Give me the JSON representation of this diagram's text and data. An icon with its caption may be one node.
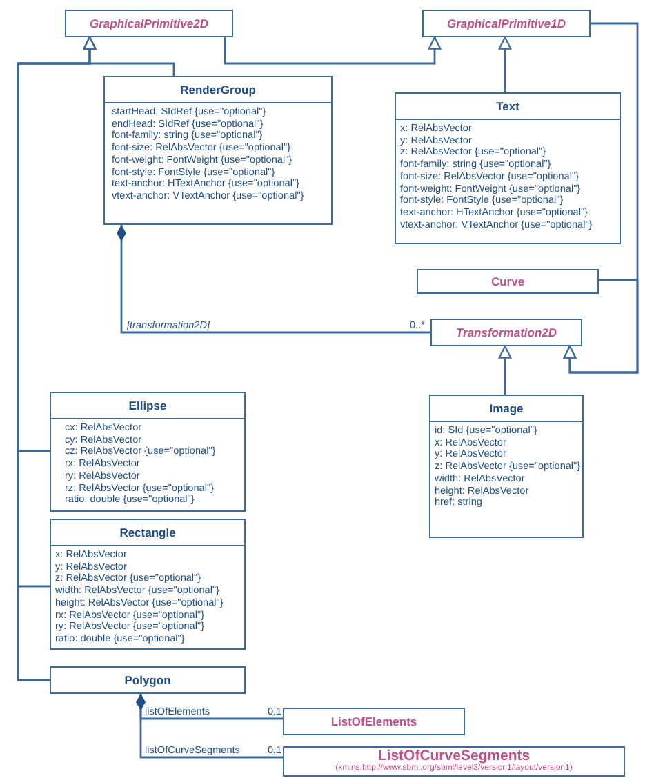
{
  "diagram": {
    "nodes": [
      {
        "text": [
          "GraphicalPrimitive2D"
        ]
      },
      {
        "text": [
          "GraphicalPrimitive1D"
        ]
      },
      {
        "text": [
          "RenderGroup",
          "startHead: SIdRef {use=\"optional\"}",
          "endHead: SIdRef {use=\"optional\"}",
          "font-family: string {use=\"optional\"}",
          "font-size: RelAbsVector {use=\"optional\"}",
          "font-weight: FontWeight {use=\"optional\"}",
          "font-style: FontStyle {use=\"optional\"}",
          "text-anchor: HTextAnchor {use=\"optional\"}",
          "vtext-anchor: VTextAnchor {use=\"optional\"}"
        ]
      },
      {
        "text": [
          "Text",
          "x: RelAbsVector",
          "y: RelAbsVector",
          "z: RelAbsVector {use=\"optional\"}",
          "font-family: string {use=\"optional\"}",
          "font-size: RelAbsVector {use=\"optional\"}",
          "font-weight: FontWeight {use=\"optional\"}",
          "font-style: FontStyle {use=\"optional\"}",
          "text-anchor: HTextAnchor {use=\"optional\"}",
          "vtext-anchor: VTextAnchor {use=\"optional\"}"
        ]
      },
      {
        "text": [
          "Curve"
        ]
      },
      {
        "text": [
          "Transformation2D"
        ]
      },
      {
        "text": [
          "Ellipse",
          "cx: RelAbsVector",
          "cy: RelAbsVector",
          "cz: RelAbsVector {use=\"optional\"}",
          "rx: RelAbsVector",
          "ry: RelAbsVector",
          "rz: RelAbsVector {use=\"optional\"}",
          "ratio: double {use=\"optional\"}"
        ]
      },
      {
        "text": [
          "Rectangle",
          "x: RelAbsVector",
          "y: RelAbsVector",
          "z: RelAbsVector {use=\"optional\"}",
          "width: RelAbsVector {use=\"optional\"}",
          "height: RelAbsVector {use=\"optional\"}",
          "rx: RelAbsVector {use=\"optional\"}",
          "ry: RelAbsVector {use=\"optional\"}",
          "ratio: double {use=\"optional\"}"
        ]
      },
      {
        "text": [
          "Image",
          "id: SId {use=\"optional\"}",
          "x: RelAbsVector",
          "y: RelAbsVector",
          "z: RelAbsVector {use=\"optional\"}",
          "width: RelAbsVector",
          "height: RelAbsVector",
          "href: string"
        ]
      },
      {
        "text": [
          "Polygon"
        ]
      },
      {
        "text": [
          "ListOfElements"
        ]
      },
      {
        "text": [
          "ListOfCurveSegments",
          "(xmlns:http://www.sbml.org/sbml/level3/version1/layout/version1)"
        ]
      }
    ],
    "edges": [
      {
        "from": 2,
        "to": 0,
        "arrow": "to"
      },
      {
        "from": 6,
        "to": 0,
        "arrow": "to"
      },
      {
        "from": 7,
        "to": 0,
        "arrow": "to"
      },
      {
        "from": 9,
        "to": 0,
        "arrow": "to"
      },
      {
        "from": 0,
        "to": 1,
        "arrow": "to"
      },
      {
        "from": 3,
        "to": 1,
        "arrow": "to"
      },
      {
        "from": 1,
        "to": 5,
        "arrow": "to"
      },
      {
        "from": 4,
        "to": 5,
        "arrow": "to"
      },
      {
        "from": 8,
        "to": 5,
        "arrow": "to"
      },
      {
        "from": 2,
        "to": 5,
        "arrow": "other",
        "label": "[transformation2D]"
      },
      {
        "from": 9,
        "to": 10,
        "arrow": "other",
        "label": "listOfElements"
      },
      {
        "from": 9,
        "to": 11,
        "arrow": "other",
        "label": "listOfCurveSegments"
      }
    ],
    "labels": [
      "0..*",
      "0,1",
      "0,1"
    ]
  }
}
